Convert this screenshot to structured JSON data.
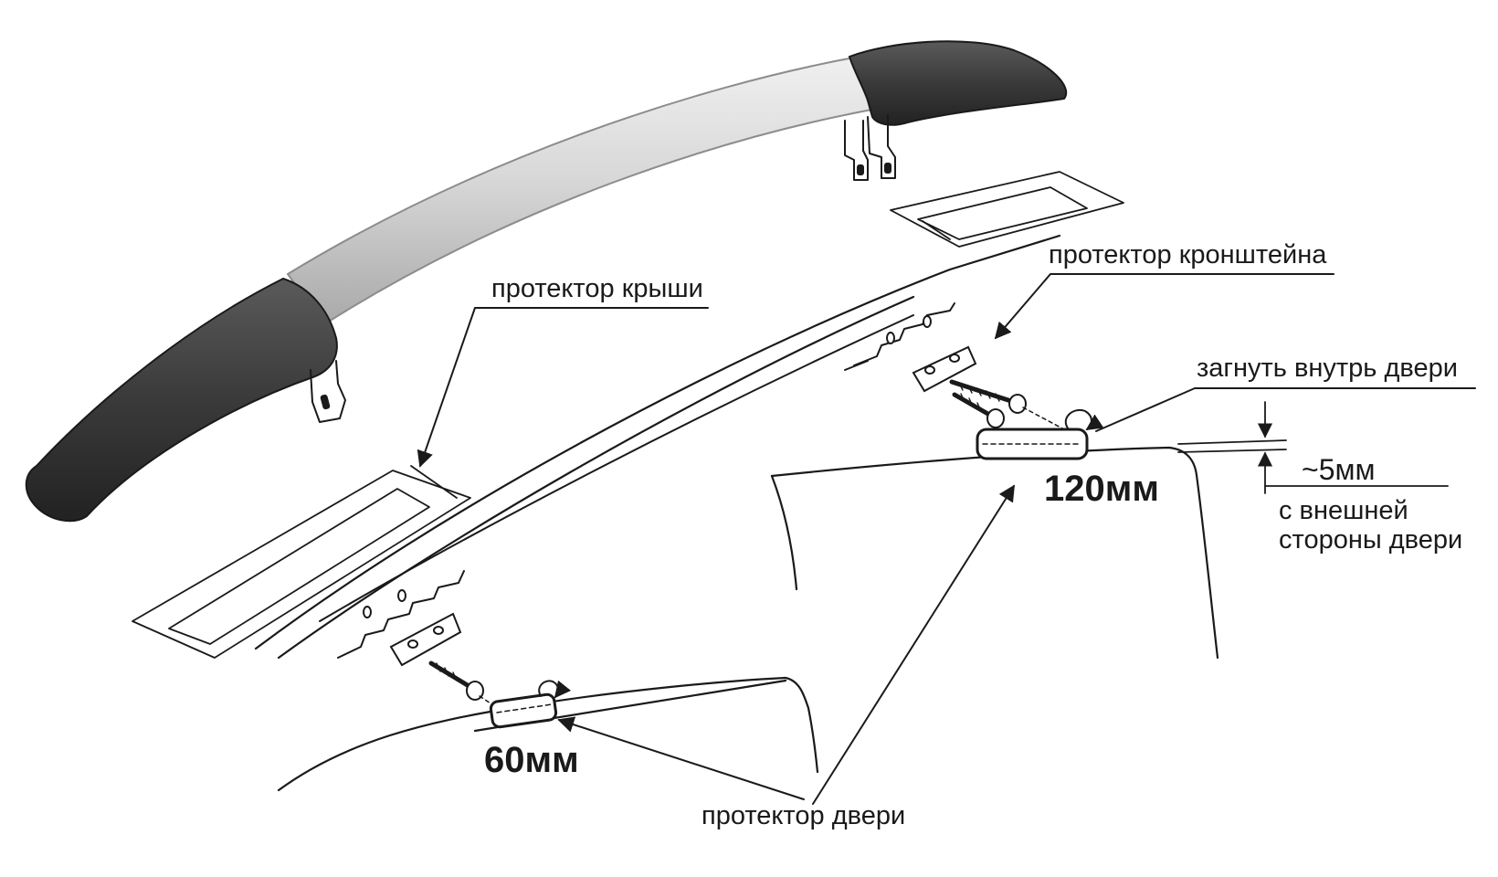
{
  "labels": {
    "roof_protector": "протектор крыши",
    "bracket_protector": "протектор кронштейна",
    "bend_inside": "загнуть внутрь двери",
    "gap": "~5мм",
    "outer_side_line1": "с внешней",
    "outer_side_line2": "стороны двери",
    "length_large": "120мм",
    "length_small": "60мм",
    "door_protector": "протектор двери"
  },
  "colors": {
    "rail_silver": "#d6d6d6",
    "end_cap": "#3a3a3a",
    "line": "#1a1a1a"
  }
}
